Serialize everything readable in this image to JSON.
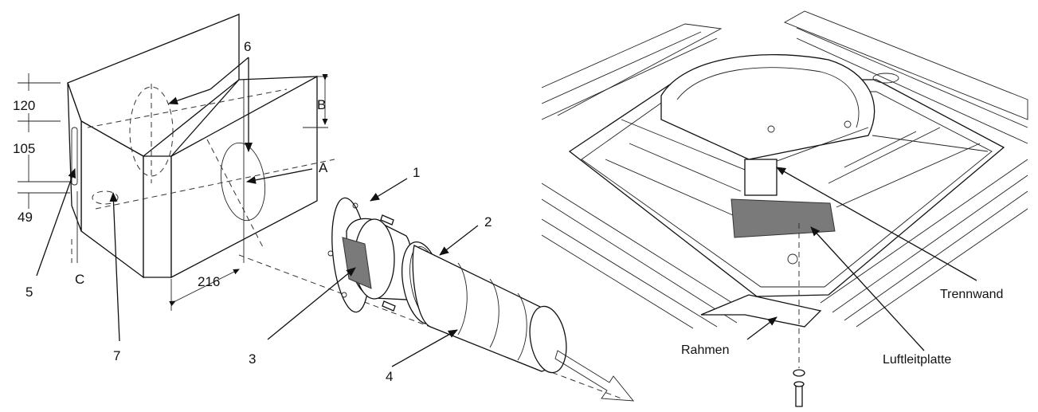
{
  "left_diagram": {
    "dimensions": {
      "d120": "120",
      "d105": "105",
      "d49": "49",
      "d216": "216"
    },
    "letters": {
      "a": "A",
      "b": "B",
      "c": "C"
    },
    "callouts": {
      "n1": "1",
      "n2": "2",
      "n3": "3",
      "n4": "4",
      "n5": "5",
      "n6": "6",
      "n7": "7"
    }
  },
  "right_diagram": {
    "labels": {
      "trennwand": "Trennwand",
      "rahmen": "Rahmen",
      "luftleitplatte": "Luftleitplatte"
    }
  },
  "colors": {
    "line": "#111111",
    "shaded_part": "#7a7a7a",
    "background": "#ffffff"
  }
}
